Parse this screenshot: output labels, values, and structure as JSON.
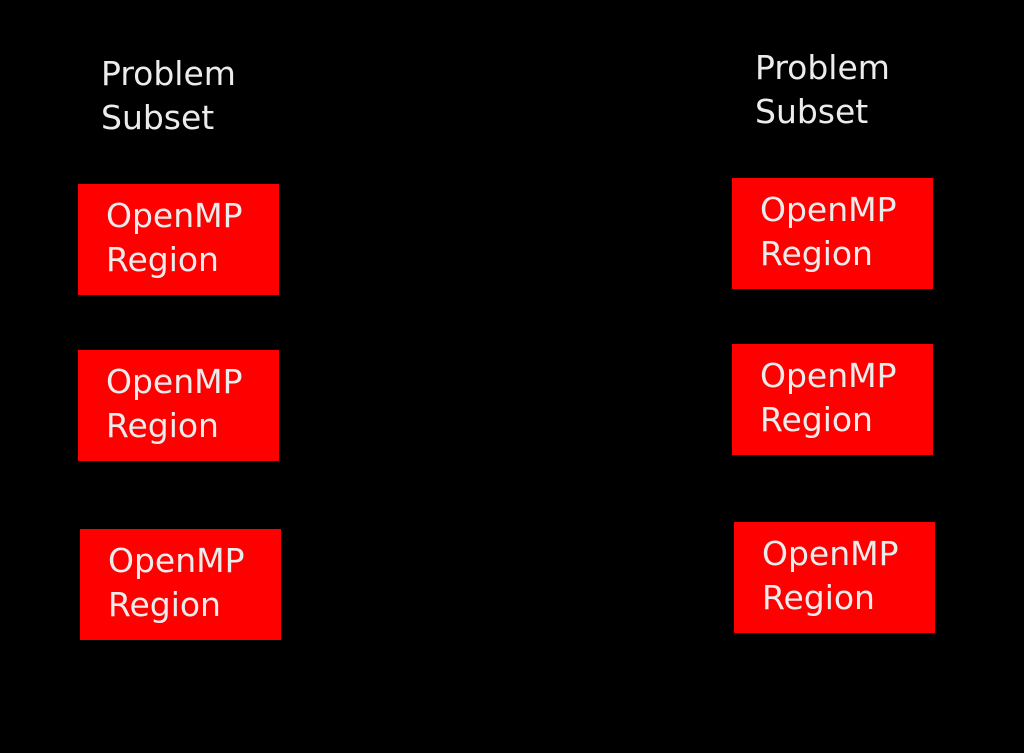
{
  "colors": {
    "background": "#000000",
    "region_fill": "#ff0000",
    "text": "#ececec"
  },
  "subsets": [
    {
      "title": "Problem\nSubset",
      "regions": [
        {
          "label": "OpenMP\nRegion"
        },
        {
          "label": "OpenMP\nRegion"
        },
        {
          "label": "OpenMP\nRegion"
        }
      ]
    },
    {
      "title": "Problem\nSubset",
      "regions": [
        {
          "label": "OpenMP\nRegion"
        },
        {
          "label": "OpenMP\nRegion"
        },
        {
          "label": "OpenMP\nRegion"
        }
      ]
    }
  ]
}
